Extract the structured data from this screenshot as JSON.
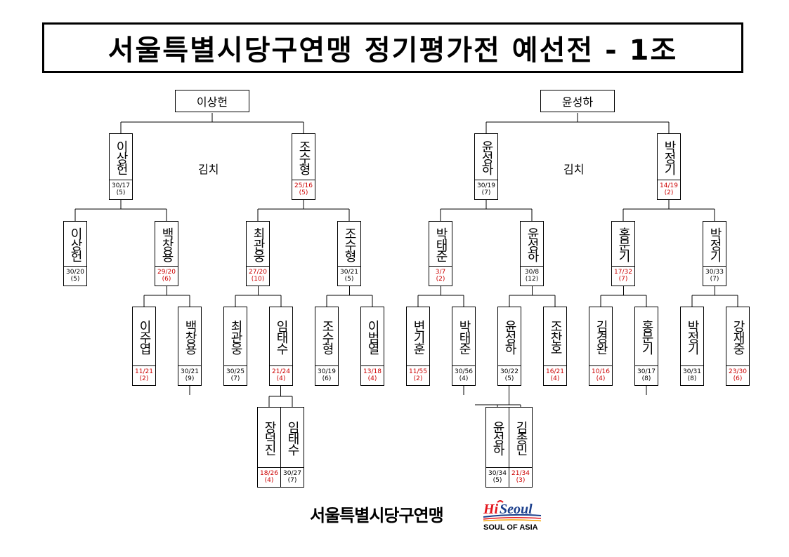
{
  "title": "서울특별시당구연맹 정기평가전 예선전 - 1조",
  "note_label": "김치",
  "footer": {
    "org": "서울특별시당구연맹",
    "logo_hi": "Hi",
    "logo_seoul": "Seoul",
    "logo_tagline": "SOUL OF ASIA"
  },
  "groups": {
    "left": {
      "winner": "이상헌",
      "semis": [
        {
          "name": "이상헌",
          "score": "30/17",
          "inn": "(5)",
          "loss": false
        },
        {
          "name": "조수형",
          "score": "25/16",
          "inn": "(5)",
          "loss": true
        }
      ],
      "quarters": [
        {
          "name": "이상헌",
          "score": "30/20",
          "inn": "(5)",
          "loss": false
        },
        {
          "name": "백창용",
          "score": "29/20",
          "inn": "(6)",
          "loss": true
        },
        {
          "name": "최관웅",
          "score": "27/20",
          "inn": "(10)",
          "loss": true
        },
        {
          "name": "조수형",
          "score": "30/21",
          "inn": "(5)",
          "loss": false
        }
      ],
      "round1": [
        {
          "name": "이주엽",
          "score": "11/21",
          "inn": "(2)",
          "loss": true
        },
        {
          "name": "백창용",
          "score": "30/21",
          "inn": "(9)",
          "loss": false
        },
        {
          "name": "최관웅",
          "score": "30/25",
          "inn": "(7)",
          "loss": false
        },
        {
          "name": "임태수",
          "score": "21/24",
          "inn": "(4)",
          "loss": true
        },
        {
          "name": "조수형",
          "score": "30/19",
          "inn": "(6)",
          "loss": false
        },
        {
          "name": "이범열",
          "score": "13/18",
          "inn": "(4)",
          "loss": true
        }
      ],
      "prelim": [
        {
          "name": "장덕진",
          "score": "18/26",
          "inn": "(4)",
          "loss": true
        },
        {
          "name": "임태수",
          "score": "30/27",
          "inn": "(7)",
          "loss": false
        }
      ]
    },
    "right": {
      "winner": "윤성하",
      "semis": [
        {
          "name": "윤성하",
          "score": "30/19",
          "inn": "(7)",
          "loss": false
        },
        {
          "name": "박정기",
          "score": "14/19",
          "inn": "(2)",
          "loss": true
        }
      ],
      "quarters": [
        {
          "name": "박태준",
          "score": "3/7",
          "inn": "(2)",
          "loss": true
        },
        {
          "name": "윤성하",
          "score": "30/8",
          "inn": "(12)",
          "loss": false
        },
        {
          "name": "홍문기",
          "score": "17/32",
          "inn": "(7)",
          "loss": true
        },
        {
          "name": "박정기",
          "score": "30/33",
          "inn": "(7)",
          "loss": false
        }
      ],
      "round1": [
        {
          "name": "변기훈",
          "score": "11/55",
          "inn": "(2)",
          "loss": true
        },
        {
          "name": "박태준",
          "score": "30/56",
          "inn": "(4)",
          "loss": false
        },
        {
          "name": "윤성하",
          "score": "30/22",
          "inn": "(5)",
          "loss": false
        },
        {
          "name": "조찬호",
          "score": "16/21",
          "inn": "(4)",
          "loss": true
        },
        {
          "name": "김경완",
          "score": "10/16",
          "inn": "(4)",
          "loss": true
        },
        {
          "name": "홍문기",
          "score": "30/17",
          "inn": "(8)",
          "loss": false
        },
        {
          "name": "박정기",
          "score": "30/31",
          "inn": "(8)",
          "loss": false
        },
        {
          "name": "강재중",
          "score": "23/30",
          "inn": "(6)",
          "loss": true
        }
      ],
      "prelim": [
        {
          "name": "윤성하",
          "score": "30/34",
          "inn": "(5)",
          "loss": false
        },
        {
          "name": "김종민",
          "score": "21/34",
          "inn": "(3)",
          "loss": true
        }
      ]
    }
  }
}
